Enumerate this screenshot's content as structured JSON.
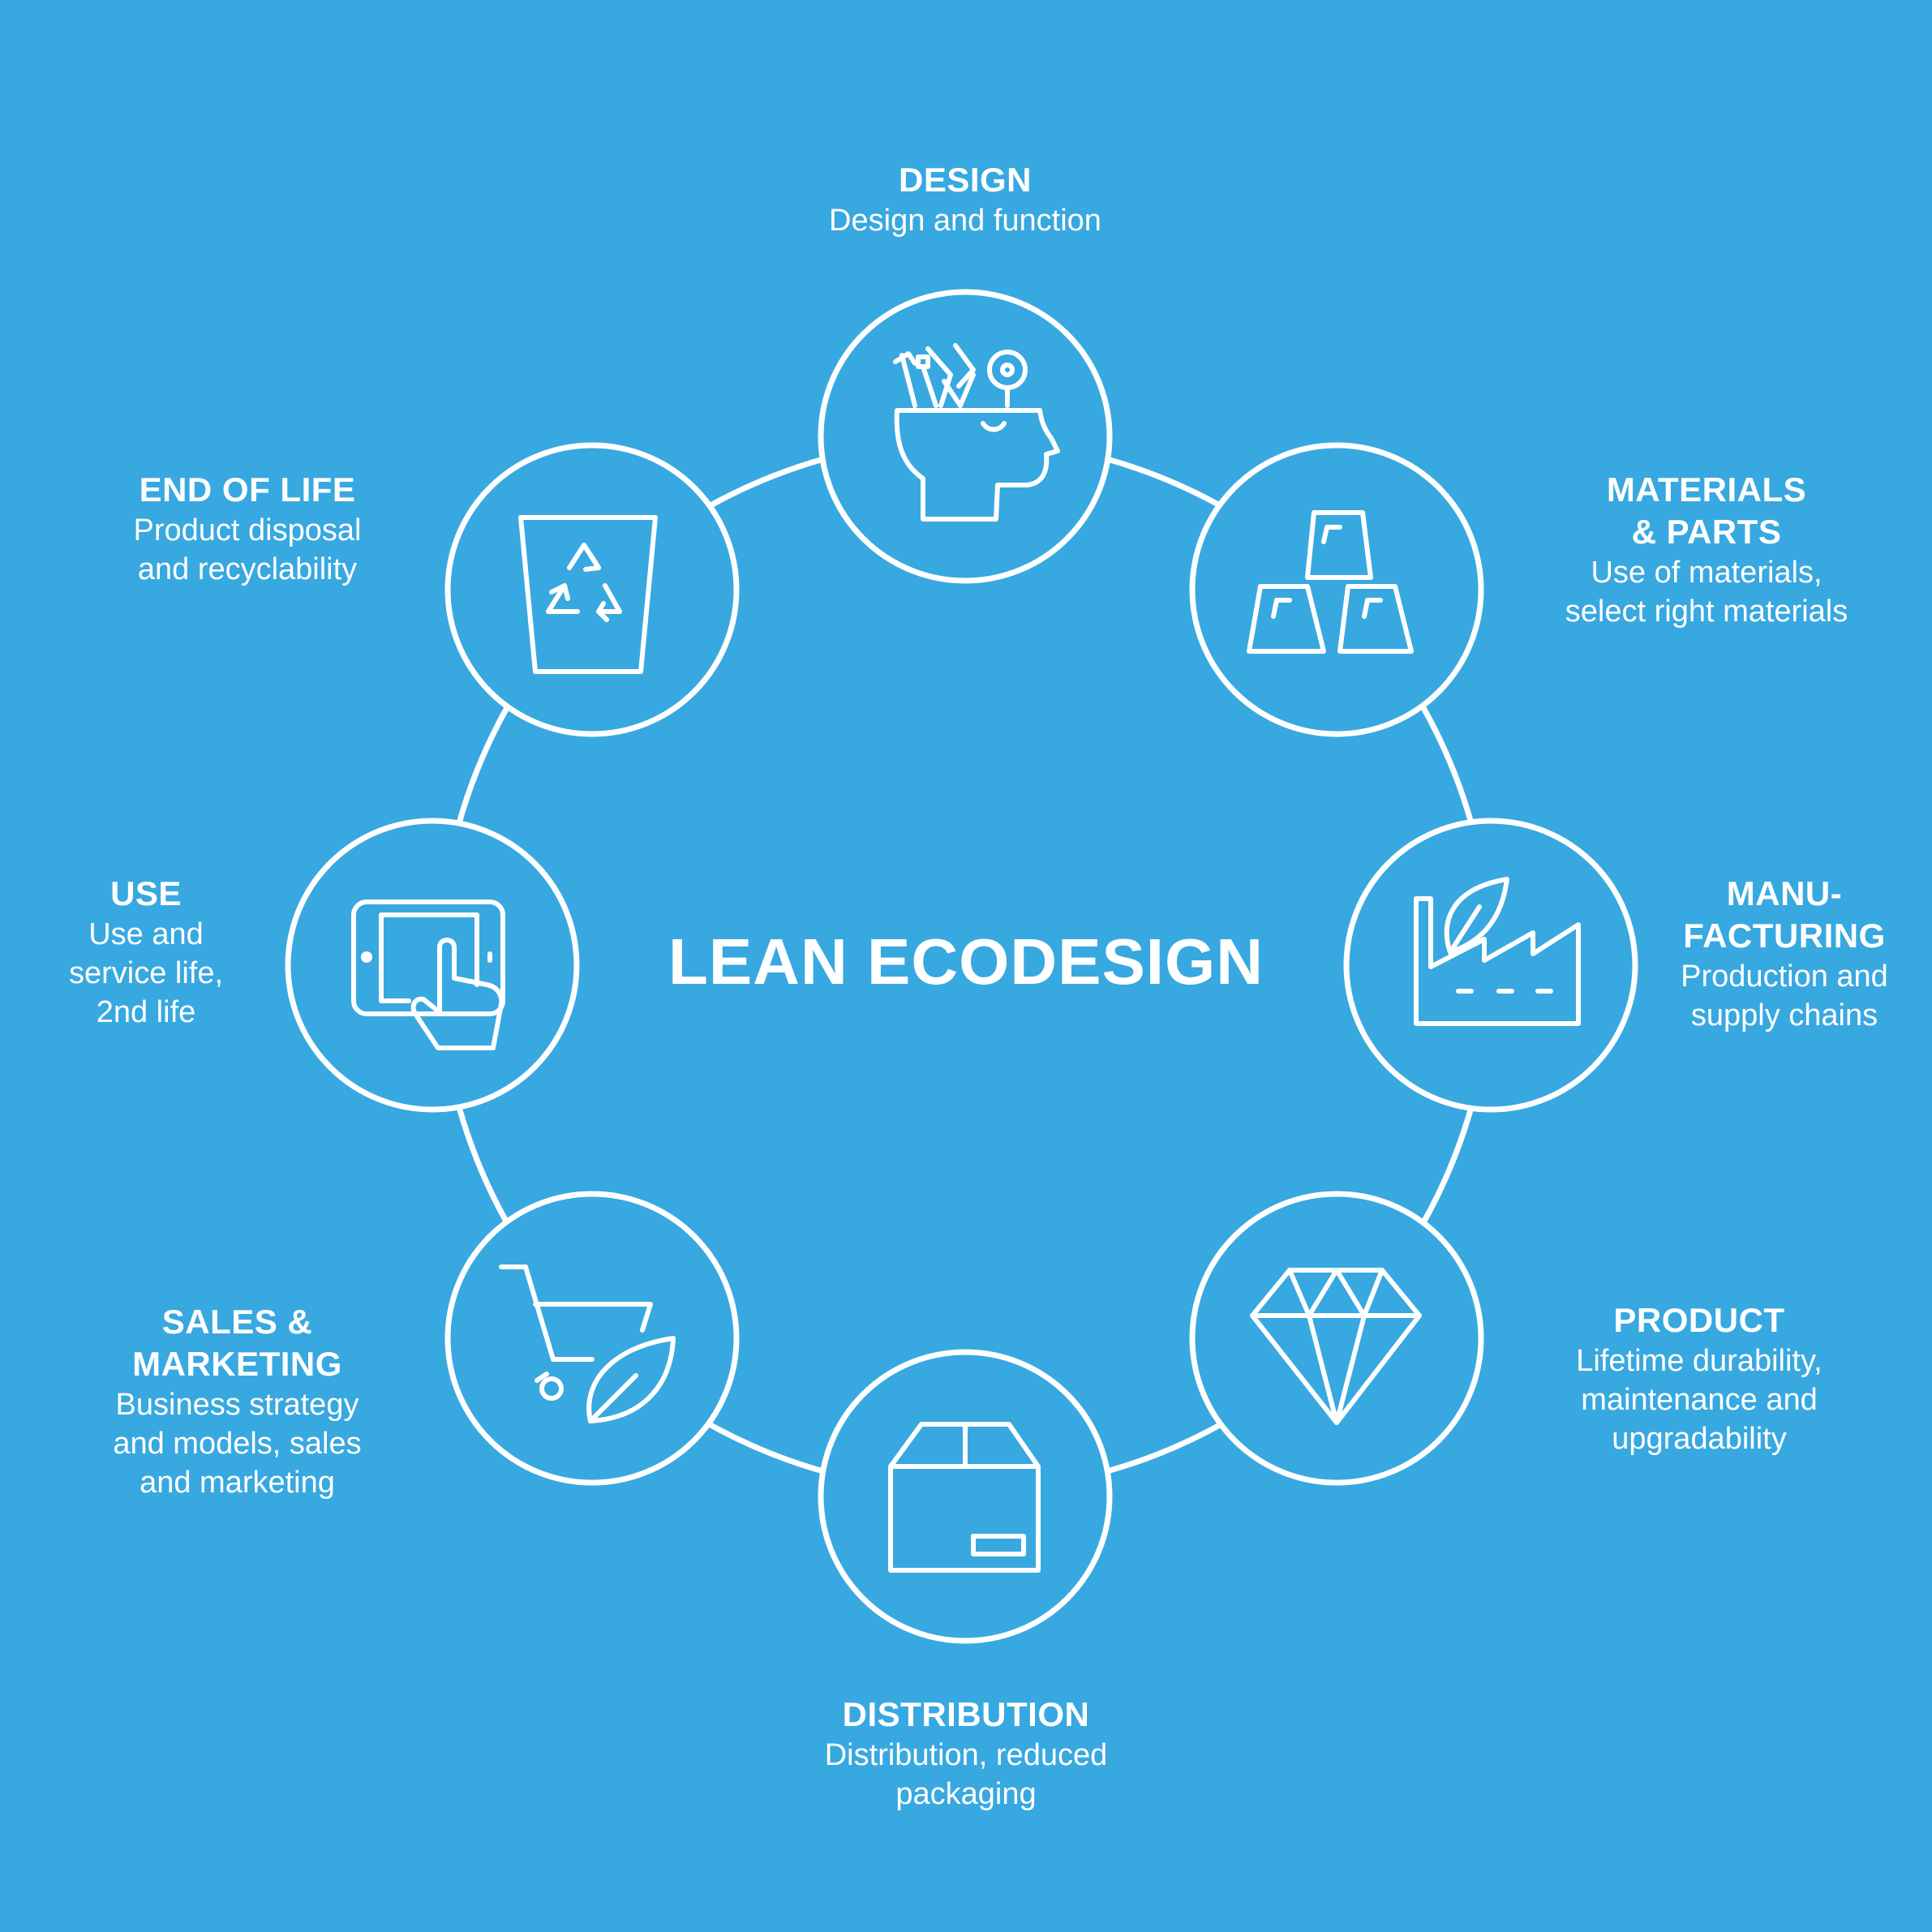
{
  "center_title": "LEAN ECODESIGN",
  "stages": [
    {
      "id": "design",
      "icon": "head-ideas-icon",
      "title": "DESIGN",
      "desc": "Design and function"
    },
    {
      "id": "materials",
      "icon": "stacked-bars-icon",
      "title": "MATERIALS\n& PARTS",
      "desc": "Use of materials,\nselect right materials"
    },
    {
      "id": "manufacturing",
      "icon": "factory-leaf-icon",
      "title": "MANU-\nFACTURING",
      "desc": "Production and\nsupply chains"
    },
    {
      "id": "product",
      "icon": "diamond-icon",
      "title": "PRODUCT",
      "desc": "Lifetime durability,\nmaintenance and\nupgradability"
    },
    {
      "id": "distribution",
      "icon": "box-icon",
      "title": "DISTRIBUTION",
      "desc": "Distribution, reduced\npackaging"
    },
    {
      "id": "sales",
      "icon": "cart-leaf-icon",
      "title": "SALES &\nMARKETING",
      "desc": "Business strategy\nand models, sales\nand marketing"
    },
    {
      "id": "use",
      "icon": "tablet-touch-icon",
      "title": "USE",
      "desc": "Use and\nservice life,\n2nd life"
    },
    {
      "id": "end_of_life",
      "icon": "recycle-bin-icon",
      "title": "END OF LIFE",
      "desc": "Product disposal\nand recyclability"
    }
  ],
  "colors": {
    "background": "#38a8e0",
    "foreground": "#ffffff"
  }
}
